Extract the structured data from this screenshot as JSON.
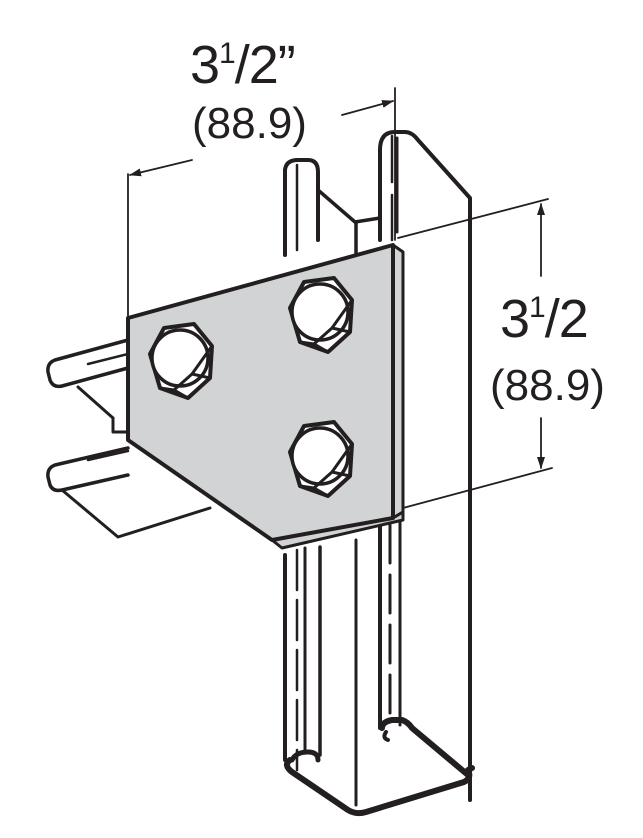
{
  "figure": {
    "subject": "3-hole gusset plate fitting joining strut channels",
    "colors": {
      "line": "#231f20",
      "plate_fill": "#d1d3d4",
      "background": "#ffffff"
    },
    "bolts": [
      {
        "name": "bolt-upper-left"
      },
      {
        "name": "bolt-upper-right"
      },
      {
        "name": "bolt-lower-right"
      }
    ]
  },
  "dimensions": {
    "top": {
      "whole": "3",
      "numerator": "1",
      "slash_denominator": "/2",
      "unit": "”",
      "metric": "(88.9)"
    },
    "side": {
      "whole": "3",
      "numerator": "1",
      "slash_denominator": "/2",
      "metric": "(88.9)"
    }
  }
}
